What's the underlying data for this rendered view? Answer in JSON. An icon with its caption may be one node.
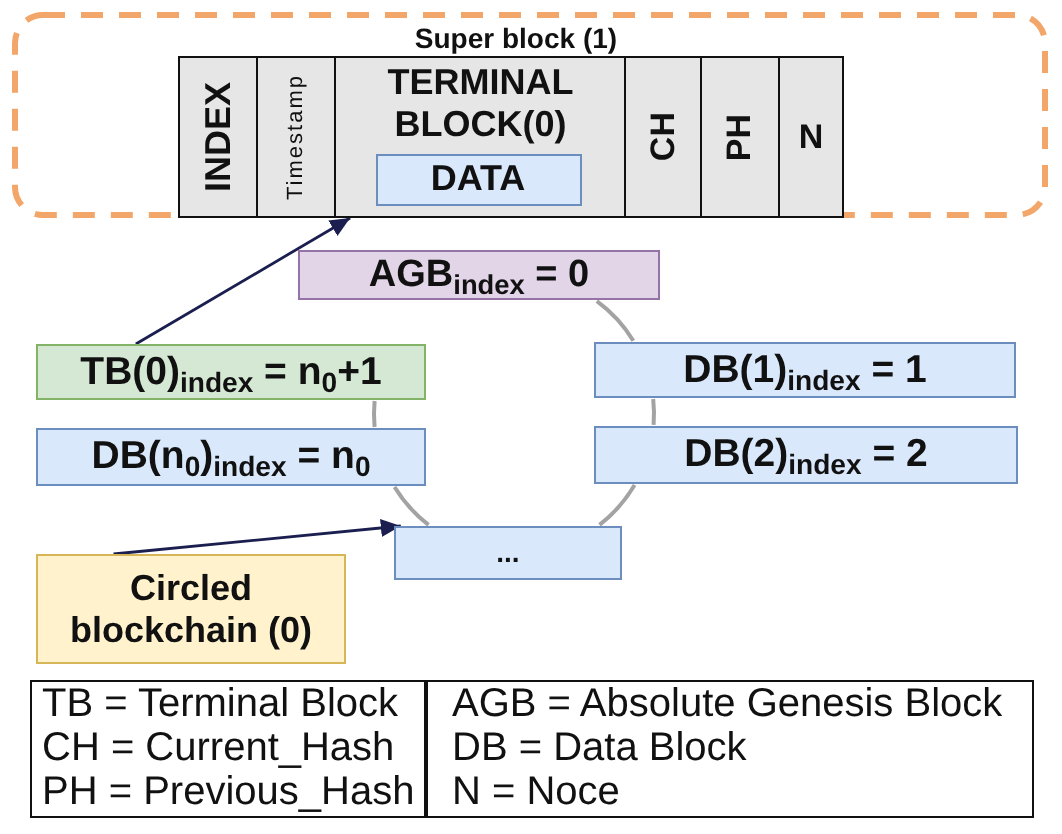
{
  "diagram": {
    "nodes": [
      {
        "text": [
          "Super block (1)"
        ]
      },
      {
        "text": [
          "INDEX"
        ],
        "in": 0
      },
      {
        "text": [
          "Timestamp"
        ],
        "in": 0
      },
      {
        "text": [
          "TERMINAL BLOCK(0)"
        ],
        "in": 0
      },
      {
        "text": [
          "DATA"
        ],
        "in": 3
      },
      {
        "text": [
          "CH"
        ],
        "in": 0
      },
      {
        "text": [
          "PH"
        ],
        "in": 0
      },
      {
        "text": [
          "N"
        ],
        "in": 0
      },
      {
        "text": [
          "AGB$_{index}$ = 0"
        ]
      },
      {
        "text": [
          "TB(0)$_{index}$ = n$_{0}$+1"
        ]
      },
      {
        "text": [
          "DB(1)$_{index}$ = 1"
        ]
      },
      {
        "text": [
          "DB(n$_{0}$)$_{index}$ = n$_{0}$"
        ]
      },
      {
        "text": [
          "DB(2)$_{index}$ = 2"
        ]
      },
      {
        "text": [
          "..."
        ]
      },
      {
        "text": [
          "Circled blockchain (0)"
        ]
      }
    ],
    "edges": [
      {
        "from": 9,
        "to": 3,
        "arrow": "to",
        "color": "#1b1f4f"
      },
      {
        "from": 8,
        "to": 10,
        "arrow": "none"
      },
      {
        "from": 10,
        "to": 12,
        "arrow": "none"
      },
      {
        "from": 12,
        "to": 13,
        "arrow": "none"
      },
      {
        "from": 13,
        "to": 11,
        "arrow": "none"
      },
      {
        "from": 11,
        "to": 9,
        "arrow": "none"
      },
      {
        "from": 14,
        "to": 13,
        "arrow": "to",
        "color": "#1b1f4f"
      }
    ],
    "labels": [
      "TB = Terminal Block",
      "AGB = Absolute Genesis Block",
      "CH = Current_Hash",
      "DB = Data Block",
      "PH = Previous_Hash",
      "N = Noce"
    ]
  }
}
